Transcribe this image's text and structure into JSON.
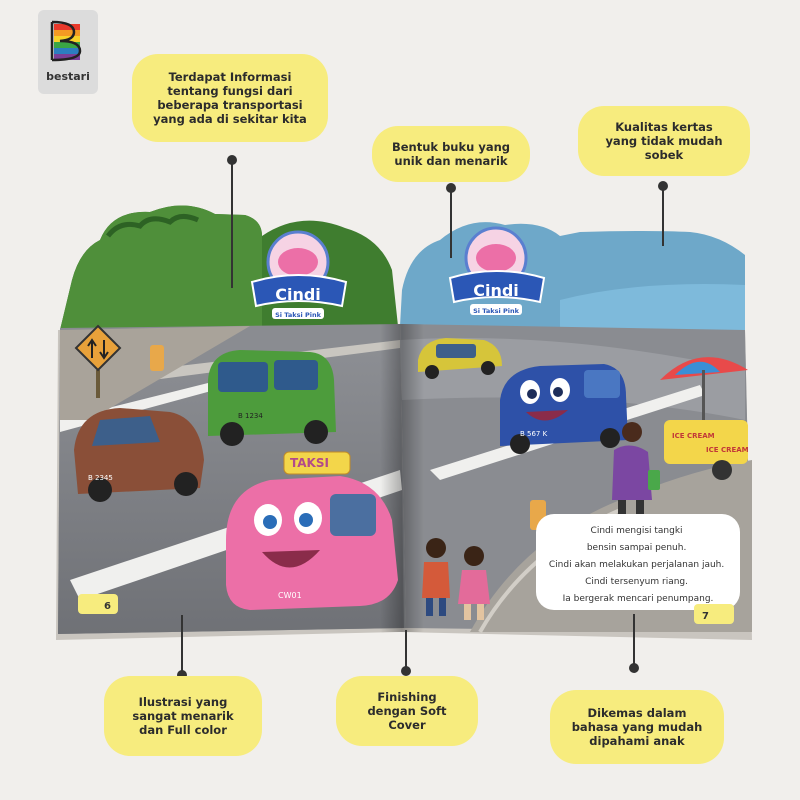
{
  "brand": {
    "name": "bestari",
    "colors": [
      "#e8392b",
      "#f49a23",
      "#f7d229",
      "#3aa645",
      "#2c7ec0",
      "#7a3f98"
    ]
  },
  "book": {
    "badge_name": "Cindi",
    "badge_sub": "Si Taksi Pink",
    "taxi_sign": "TAKSI",
    "plate_taxi": "CW01",
    "plate_green": "B 1234",
    "plate_brown": "B 2345",
    "plate_blue": "B 567 K",
    "ice_cream_1": "ICE CREAM",
    "ice_cream_2": "ICE CREAM",
    "story_lines": [
      "Cindi mengisi tangki",
      "bensin sampai penuh.",
      "Cindi akan melakukan perjalanan jauh.",
      "Cindi tersenyum riang.",
      "Ia bergerak mencari penumpang."
    ],
    "page_left": "6",
    "page_right": "7"
  },
  "callouts": {
    "info": [
      "Terdapat Informasi",
      "tentang fungsi dari",
      "beberapa transportasi",
      "yang ada di sekitar kita"
    ],
    "shape": [
      "Bentuk buku yang",
      "unik dan menarik"
    ],
    "paper": [
      "Kualitas kertas",
      "yang tidak mudah",
      "sobek"
    ],
    "illustration": [
      "Ilustrasi yang",
      "sangat menarik",
      "dan Full color"
    ],
    "finishing": [
      "Finishing",
      "dengan Soft",
      "Cover"
    ],
    "language": [
      "Dikemas dalam",
      "bahasa yang mudah",
      "dipahami anak"
    ]
  }
}
